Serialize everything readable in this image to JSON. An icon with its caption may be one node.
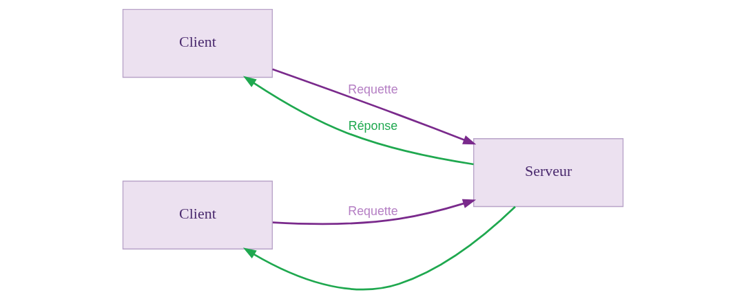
{
  "diagram": {
    "nodes": [
      {
        "text": [
          "Client"
        ]
      },
      {
        "text": [
          "Client"
        ]
      },
      {
        "text": [
          "Serveur"
        ]
      }
    ],
    "edges": [
      {
        "from": 0,
        "to": 2,
        "arrow": "to",
        "label": "Requette",
        "color": "#7a2a8c"
      },
      {
        "from": 2,
        "to": 0,
        "arrow": "to",
        "label": "Réponse",
        "color": "#1fa84f"
      },
      {
        "from": 2,
        "to": 1,
        "arrow": "to",
        "color": "#1fa84f"
      },
      {
        "from": 1,
        "to": 2,
        "arrow": "to",
        "label": "Requette",
        "color": "#7a2a8c"
      }
    ]
  }
}
